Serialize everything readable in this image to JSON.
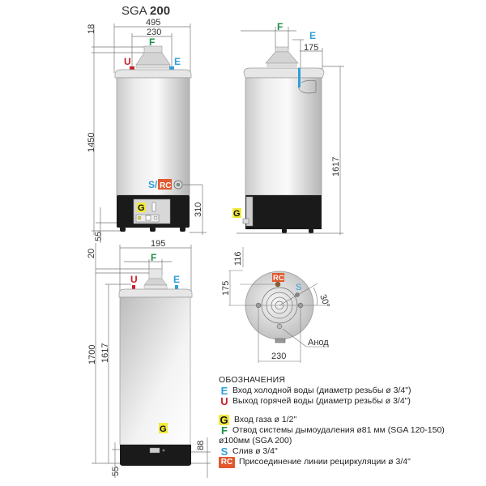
{
  "title": {
    "prefix": "SGA",
    "model": "200"
  },
  "colors": {
    "E": "#2f9fd8",
    "U": "#c8202b",
    "F": "#1f8f4a",
    "G_bg": "#f2e93a",
    "S": "#2f9fd8",
    "RC_bg": "#e2582f",
    "base": "#1a1a1a"
  },
  "front_view": {
    "dims": {
      "width_total": "495",
      "width_connections": "230",
      "top_offset": "18",
      "height_body": "1450",
      "base_height": "310",
      "foot": "55"
    },
    "labels": {
      "F": "F",
      "U": "U",
      "E": "E",
      "S_RC_S": "S/",
      "RC": "RC",
      "G": "G"
    }
  },
  "side_view": {
    "dims": {
      "e_offset": "175",
      "height": "1617"
    },
    "labels": {
      "F": "F",
      "E": "E",
      "G": "G"
    }
  },
  "front_view_2": {
    "dims": {
      "width": "195",
      "top_offset": "20",
      "height_total": "1700",
      "height_conn": "1617",
      "g_height": "88",
      "foot": "55",
      "prev_foot": "55"
    },
    "labels": {
      "F": "F",
      "U": "U",
      "E": "E",
      "G": "G"
    }
  },
  "top_view": {
    "dims": {
      "a": "116",
      "b": "175",
      "width": "230",
      "angle": "30°"
    },
    "labels": {
      "RC": "RC",
      "S": "S",
      "anode": "Анод"
    }
  },
  "legend": {
    "title": "ОБОЗНАЧЕНИЯ",
    "items": [
      {
        "symbol": "E",
        "text": "Вход холодной воды (диаметр резьбы ø 3/4\")"
      },
      {
        "symbol": "U",
        "text": "Выход горячей воды (диаметр резьбы ø 3/4\")"
      },
      {
        "symbol": "G",
        "text": "Вход газа ø 1/2\""
      },
      {
        "symbol": "F",
        "text": "Отвод системы дымоудаления ø81 мм (SGA 120-150)",
        "continuation": "ø100мм (SGA 200)"
      },
      {
        "symbol": "S",
        "text": "Слив ø 3/4\""
      },
      {
        "symbol": "RC",
        "text": "Присоединение линии рециркуляции ø 3/4\""
      }
    ]
  }
}
